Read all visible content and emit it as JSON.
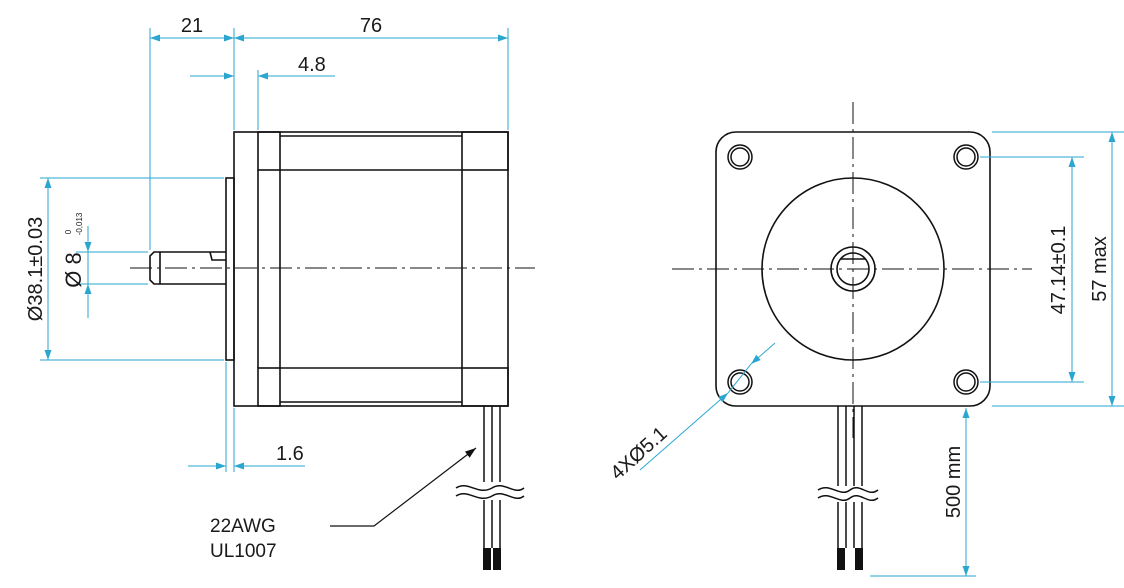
{
  "colors": {
    "outline": "#111111",
    "dimension": "#2aa6cf",
    "background": "#ffffff"
  },
  "side_view": {
    "dim_shaft_length": "21",
    "dim_body_length": "76",
    "dim_flange_step": "4.8",
    "dim_pilot_thickness": "1.6",
    "dim_pilot_diameter": "Ø38.1±0.03",
    "dim_shaft_diameter": "Ø 8",
    "tol_upper": "0",
    "tol_lower": "-0,013",
    "wire_gauge": "22AWG",
    "wire_standard": "UL1007"
  },
  "front_view": {
    "dim_hole_spacing": "47.14±0.1",
    "dim_frame_size": "57 max",
    "dim_holes": "4XØ5.1",
    "dim_lead_length": "500 mm"
  }
}
